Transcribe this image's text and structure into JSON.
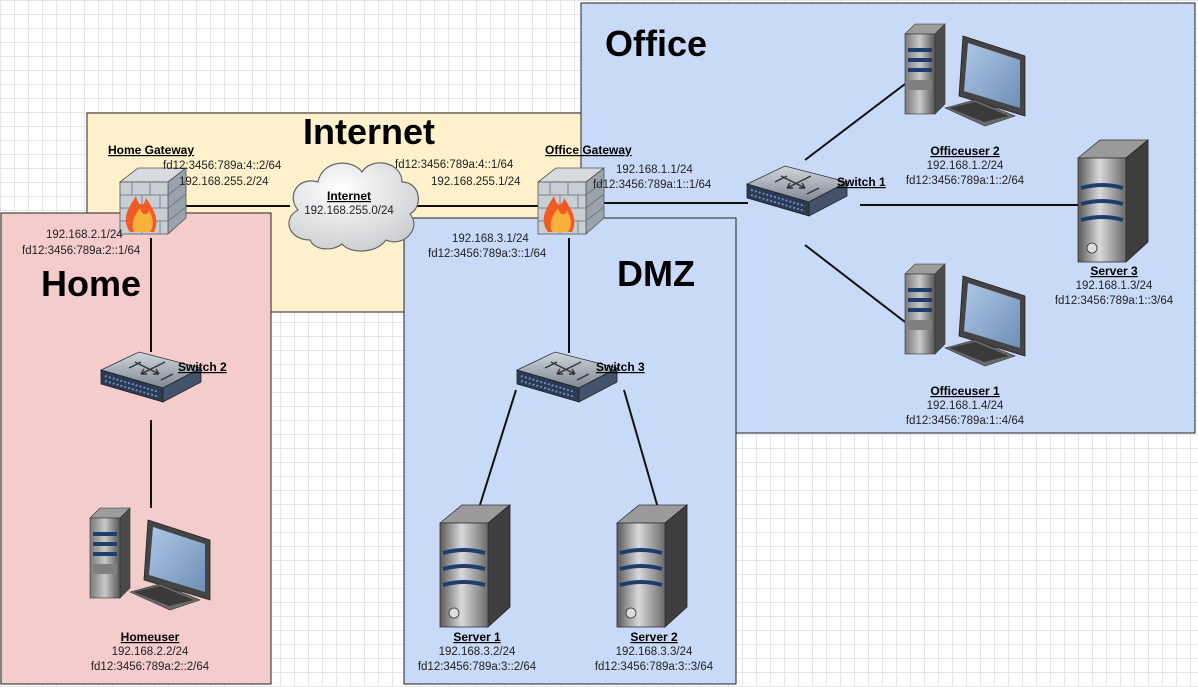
{
  "zones": {
    "office": {
      "title": "Office",
      "color": "#c9daf8"
    },
    "internet": {
      "title": "Internet",
      "color": "#fff1cc"
    },
    "home": {
      "title": "Home",
      "color": "#f4cccc"
    },
    "dmz": {
      "title": "DMZ",
      "color": "#c9daf8"
    }
  },
  "devices": {
    "home_gateway": {
      "name": "Home Gateway",
      "ipv6": "fd12:3456:789a:4::2/64",
      "ipv4": "192.168.255.2/24",
      "inner_ipv4": "192.168.2.1/24",
      "inner_ipv6": "fd12:3456:789a:2::1/64",
      "icon": "firewall-icon"
    },
    "internet_cloud": {
      "name": "Internet",
      "subnet": "192.168.255.0/24",
      "icon": "cloud-icon"
    },
    "office_gateway": {
      "name": "Office Gateway",
      "ipv6_wan": "fd12:3456:789a:4::1/64",
      "ipv4_wan": "192.168.255.1/24",
      "ipv4_office": "192.168.1.1/24",
      "ipv6_office": "fd12:3456:789a:1::1/64",
      "ipv4_dmz": "192.168.3.1/24",
      "ipv6_dmz": "fd12:3456:789a:3::1/64",
      "icon": "firewall-icon"
    },
    "switch1": {
      "name": "Switch 1",
      "icon": "switch-icon"
    },
    "switch2": {
      "name": "Switch 2",
      "icon": "switch-icon"
    },
    "switch3": {
      "name": "Switch 3",
      "icon": "switch-icon"
    },
    "officeuser2": {
      "name": "Officeuser 2",
      "ipv4": "192.168.1.2/24",
      "ipv6": "fd12:3456:789a:1::2/64",
      "icon": "workstation-icon"
    },
    "officeuser1": {
      "name": "Officeuser 1",
      "ipv4": "192.168.1.4/24",
      "ipv6": "fd12:3456:789a:1::4/64",
      "icon": "workstation-icon"
    },
    "server3": {
      "name": "Server 3",
      "ipv4": "192.168.1.3/24",
      "ipv6": "fd12:3456:789a:1::3/64",
      "icon": "server-icon"
    },
    "homeuser": {
      "name": "Homeuser",
      "ipv4": "192.168.2.2/24",
      "ipv6": "fd12:3456:789a:2::2/64",
      "icon": "workstation-icon"
    },
    "server1": {
      "name": "Server 1",
      "ipv4": "192.168.3.2/24",
      "ipv6": "fd12:3456:789a:3::2/64",
      "icon": "server-icon"
    },
    "server2": {
      "name": "Server 2",
      "ipv4": "192.168.3.3/24",
      "ipv6": "fd12:3456:789a:3::3/64",
      "icon": "server-icon"
    }
  }
}
